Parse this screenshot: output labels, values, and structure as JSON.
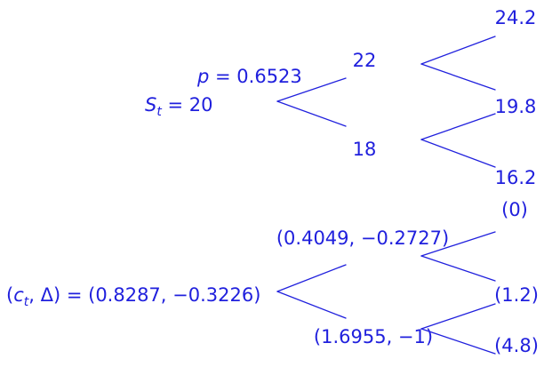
{
  "colors": {
    "ink": "#2020dd",
    "background": "#ffffff"
  },
  "stock_tree": {
    "root": {
      "symbol": "S",
      "subscript": "t",
      "value": "20"
    },
    "probability": {
      "symbol": "p",
      "value": "0.6523"
    },
    "level1": {
      "up": "22",
      "down": "18"
    },
    "level2": {
      "uu": "24.2",
      "ud": "19.8",
      "dd": "16.2"
    }
  },
  "option_tree": {
    "root": {
      "symbol": "c",
      "subscript": "t",
      "delta_symbol": "Δ",
      "value": "(0.8287, −0.3226)"
    },
    "level1": {
      "up": "(0.4049, −0.2727)",
      "down": "(1.6955, −1)"
    },
    "level2": {
      "uu": "(0)",
      "ud": "(1.2)",
      "dd": "(4.8)"
    }
  }
}
